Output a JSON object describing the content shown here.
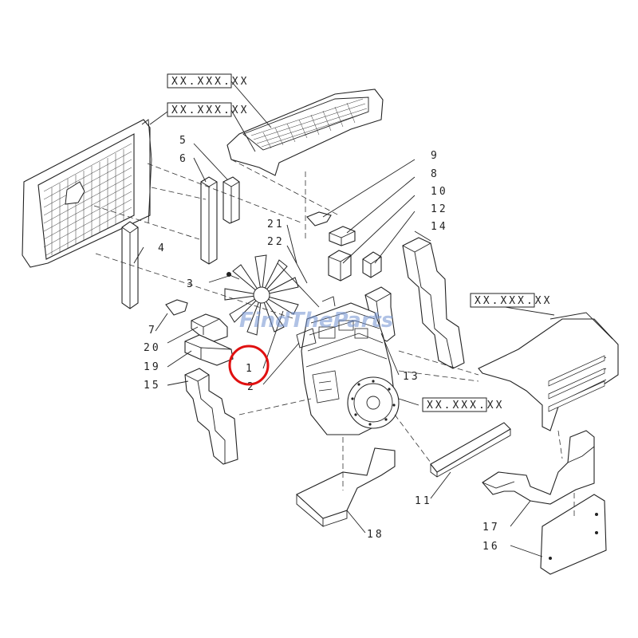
{
  "diagram": {
    "ref_labels": [
      "XX.XXX.XX",
      "XX.XXX.XX",
      "XX.XXX.XX",
      "XX.XXX.XX"
    ],
    "callouts": {
      "c1": "1",
      "c2": "2",
      "c3": "3",
      "c4": "4",
      "c5": "5",
      "c6": "6",
      "c7": "7",
      "c8": "8",
      "c9": "9",
      "c10": "10",
      "c11": "11",
      "c12": "12",
      "c13": "13",
      "c14": "14",
      "c15": "15",
      "c16": "16",
      "c17": "17",
      "c18": "18",
      "c19": "19",
      "c20": "20",
      "c21": "21",
      "c22": "22"
    },
    "highlight_color": "#e01010",
    "watermark": "FindTheParts"
  }
}
